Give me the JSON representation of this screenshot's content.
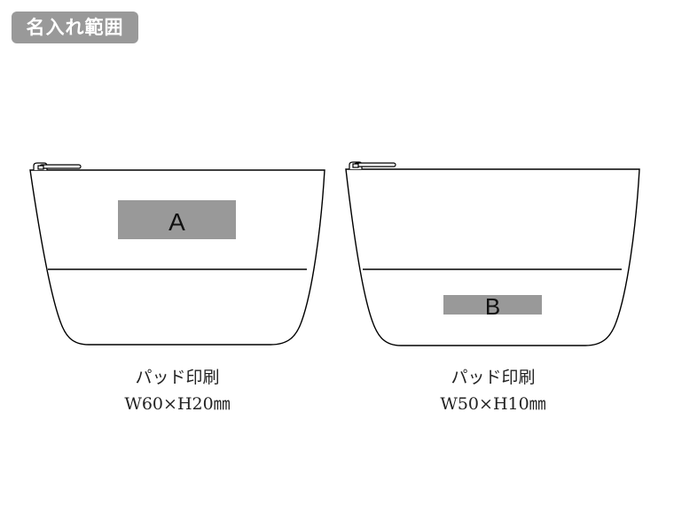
{
  "header": {
    "badge_label": "名入れ範囲",
    "badge_color": "#999999"
  },
  "pouches": [
    {
      "area": {
        "label": "A",
        "color": "#999999"
      },
      "caption": {
        "method": "パッド印刷",
        "size": "W60×H20㎜"
      }
    },
    {
      "area": {
        "label": "B",
        "color": "#999999"
      },
      "caption": {
        "method": "パッド印刷",
        "size": "W50×H10㎜"
      }
    }
  ]
}
